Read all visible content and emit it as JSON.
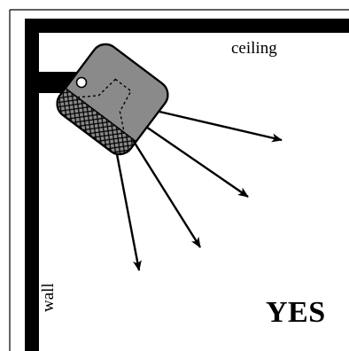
{
  "diagram": {
    "ceiling_label": "ceiling",
    "wall_label": "wall",
    "verdict_label": "YES"
  },
  "colors": {
    "ink": "#000000",
    "device_fill": "#8a8a8a",
    "background": "#ffffff"
  }
}
